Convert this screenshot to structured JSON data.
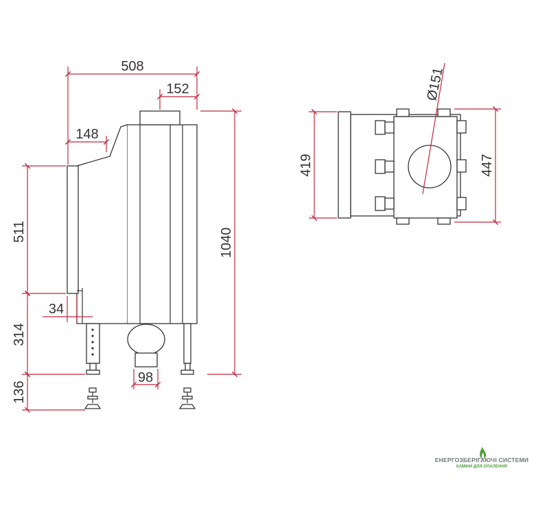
{
  "side_view": {
    "dims": {
      "total_width": "508",
      "flue_offset": "152",
      "front_depth": "148",
      "door_height": "511",
      "total_height": "1040",
      "door_offset": "34",
      "lower_height": "314",
      "air_inlet": "98",
      "feet_height": "136"
    }
  },
  "top_view": {
    "dims": {
      "flue_diameter": "Ø151",
      "front_width": "419",
      "body_width": "447"
    }
  },
  "logo": {
    "name": "ЕНЕРГОЗБЕРІГАЮЧІ СИСТЕМИ",
    "subtitle": "КАМІНИ ДЛЯ ОПАЛЕННЯ",
    "flame_color": "#4ea03a",
    "name_color": "#6f7378"
  },
  "colors": {
    "dimension_line": "#c0283c",
    "outline": "#333333"
  }
}
